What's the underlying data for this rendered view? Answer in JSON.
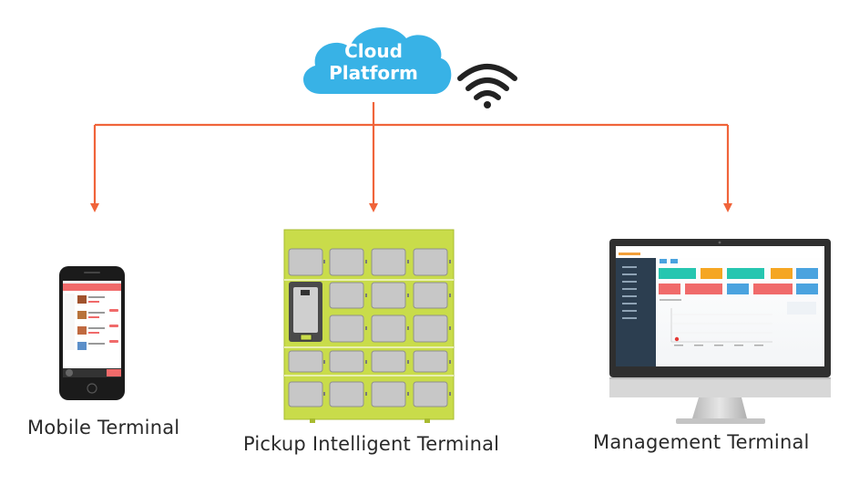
{
  "cloud": {
    "line1": "Cloud",
    "line2": "Platform"
  },
  "terminals": {
    "mobile": "Mobile Terminal",
    "locker": "Pickup Intelligent Terminal",
    "management": "Management Terminal"
  },
  "colors": {
    "cloud": "#38b2e6",
    "arrows": "#f0643a",
    "locker_frame": "#c9dc4a",
    "locker_door": "#c7c7c7",
    "monitor_frame": "#2f2f2f",
    "dashboard_sidebar": "#2c3e50"
  },
  "icons": [
    "cloud-icon",
    "wifi-icon",
    "smartphone-icon",
    "locker-icon",
    "monitor-icon"
  ]
}
